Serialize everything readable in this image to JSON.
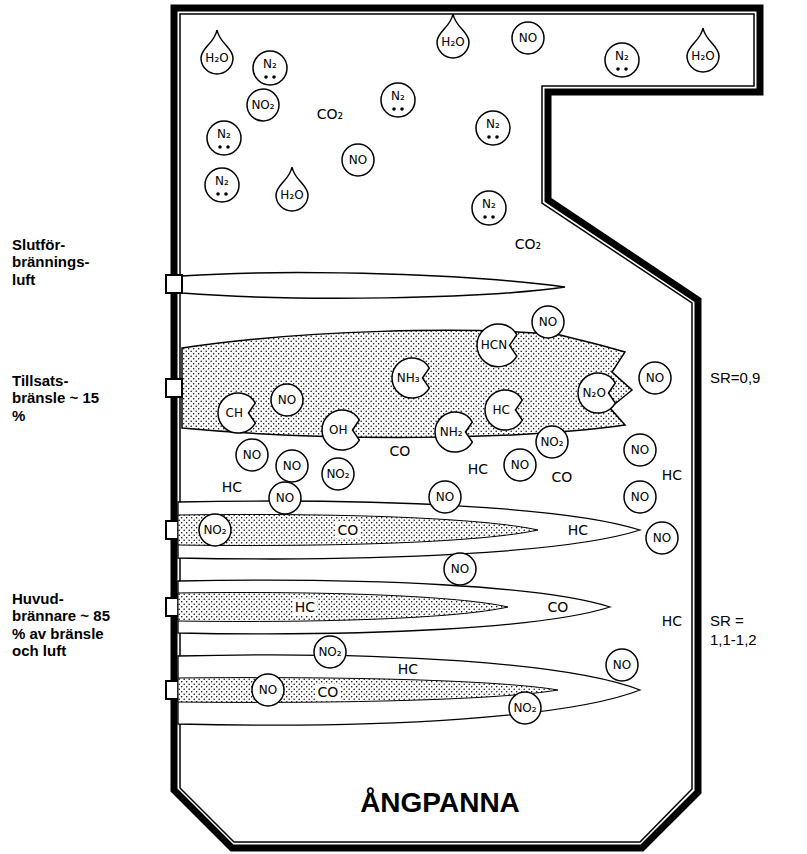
{
  "diagram": {
    "nodes": [
      {
        "text": [
          "ÅNGPANNA"
        ]
      },
      {
        "text": [
          "H₂O"
        ],
        "in": 0
      },
      {
        "text": [
          "N₂"
        ],
        "in": 0
      },
      {
        "text": [
          "H₂O"
        ],
        "in": 0
      },
      {
        "text": [
          "NO"
        ],
        "in": 0
      },
      {
        "text": [
          "N₂"
        ],
        "in": 0
      },
      {
        "text": [
          "H₂O"
        ],
        "in": 0
      },
      {
        "text": [
          "NO₂"
        ],
        "in": 0
      },
      {
        "text": [
          "N₂"
        ],
        "in": 0
      },
      {
        "text": [
          "N₂"
        ],
        "in": 0
      },
      {
        "text": [
          "N₂"
        ],
        "in": 0
      },
      {
        "text": [
          "NO"
        ],
        "in": 0
      },
      {
        "text": [
          "N₂"
        ],
        "in": 0
      },
      {
        "text": [
          "H₂O"
        ],
        "in": 0
      },
      {
        "text": [
          "N₂"
        ],
        "in": 0
      },
      {
        "text": [
          "CH"
        ],
        "in": 0
      },
      {
        "text": [
          "NO"
        ],
        "in": 0
      },
      {
        "text": [
          "OH"
        ],
        "in": 0
      },
      {
        "text": [
          "NH₃"
        ],
        "in": 0
      },
      {
        "text": [
          "NH₂"
        ],
        "in": 0
      },
      {
        "text": [
          "HCN"
        ],
        "in": 0
      },
      {
        "text": [
          "NO"
        ],
        "in": 0
      },
      {
        "text": [
          "HC"
        ],
        "in": 0
      },
      {
        "text": [
          "NO₂"
        ],
        "in": 0
      },
      {
        "text": [
          "N₂O"
        ],
        "in": 0
      },
      {
        "text": [
          "NO"
        ],
        "in": 0
      },
      {
        "text": [
          "NO"
        ],
        "in": 0
      },
      {
        "text": [
          "NO"
        ],
        "in": 0
      },
      {
        "text": [
          "NO₂"
        ],
        "in": 0
      },
      {
        "text": [
          "NO"
        ],
        "in": 0
      },
      {
        "text": [
          "NO"
        ],
        "in": 0
      },
      {
        "text": [
          "NO"
        ],
        "in": 0
      },
      {
        "text": [
          "CO",
          "HC"
        ],
        "in": 0
      },
      {
        "text": [
          "NO₂"
        ],
        "in": 32
      },
      {
        "text": [
          "NO"
        ],
        "in": 0
      },
      {
        "text": [
          "NO"
        ],
        "in": 0
      },
      {
        "text": [
          "NO"
        ],
        "in": 0
      },
      {
        "text": [
          "NO"
        ],
        "in": 0
      },
      {
        "text": [
          "HC",
          "CO"
        ],
        "in": 0
      },
      {
        "text": [
          "HC",
          "CO"
        ],
        "in": 0
      },
      {
        "text": [
          "NO"
        ],
        "in": 39
      },
      {
        "text": [
          "NO₂"
        ],
        "in": 0
      },
      {
        "text": [
          "NO₂"
        ],
        "in": 0
      },
      {
        "text": [
          "NO"
        ],
        "in": 0
      }
    ],
    "labels": [
      "Slutför- brännings- luft",
      "Tillsats- bränsle ~ 15 %",
      "Huvud- brännare ~ 85 % av bränsle och luft",
      "SR=0,9",
      "SR = 1,1-1,2",
      "CO₂",
      "CO₂",
      "CO",
      "HC",
      "HC",
      "CO",
      "HC",
      "HC"
    ]
  }
}
